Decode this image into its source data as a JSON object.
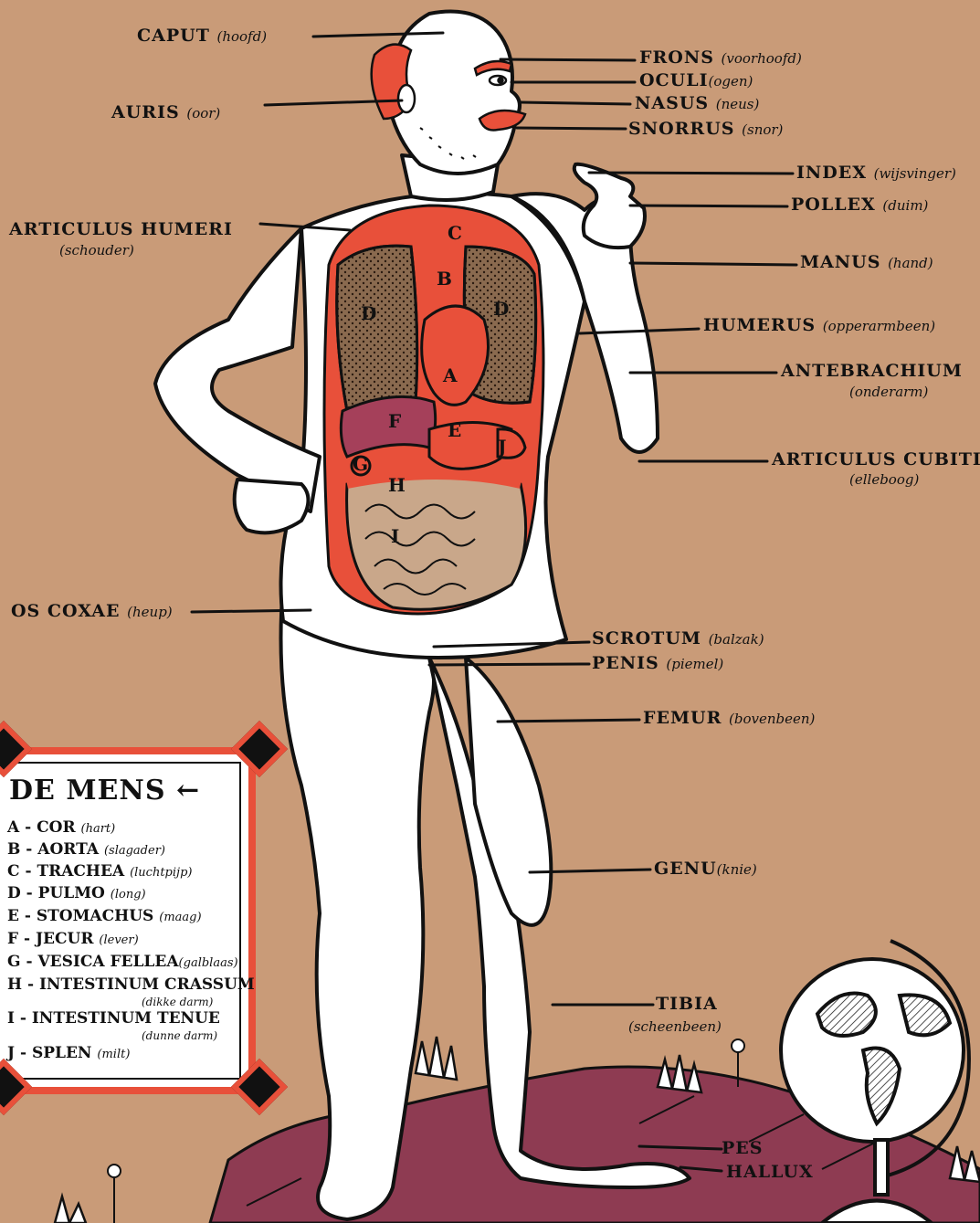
{
  "labels": {
    "caput": {
      "main": "CAPUT",
      "note": "(hoofd)"
    },
    "auris": {
      "main": "AURIS",
      "note": "(oor)"
    },
    "frons": {
      "main": "FRONS",
      "note": "(voorhoofd)"
    },
    "oculi": {
      "main": "OCULI",
      "note": "(ogen)"
    },
    "nasus": {
      "main": "NASUS",
      "note": "(neus)"
    },
    "snorrus": {
      "main": "SNORRUS",
      "note": "(snor)"
    },
    "index": {
      "main": "INDEX",
      "note": "(wijsvinger)"
    },
    "pollex": {
      "main": "POLLEX",
      "note": "(duim)"
    },
    "manus": {
      "main": "MANUS",
      "note": "(hand)"
    },
    "articulus_humeri": {
      "main": "ARTICULUS HUMERI",
      "note": "(schouder)"
    },
    "humerus": {
      "main": "HUMERUS",
      "note": "(opperarmbeen)"
    },
    "antebrachium": {
      "main": "ANTEBRACHIUM",
      "note": "(onderarm)"
    },
    "articulus_cubiti": {
      "main": "ARTICULUS CUBITI",
      "note": "(elleboog)"
    },
    "os_coxae": {
      "main": "OS COXAE",
      "note": "(heup)"
    },
    "scrotum": {
      "main": "SCROTUM",
      "note": "(balzak)"
    },
    "penis": {
      "main": "PENIS",
      "note": "(piemel)"
    },
    "femur": {
      "main": "FEMUR",
      "note": "(bovenbeen)"
    },
    "genu": {
      "main": "GENU",
      "note": "(knie)"
    },
    "tibia": {
      "main": "TIBIA",
      "note": "(scheenbeen)"
    },
    "pes": {
      "main": "PES"
    },
    "hallux": {
      "main": "HALLUX"
    }
  },
  "organ_letters": [
    "A",
    "B",
    "C",
    "D",
    "D",
    "E",
    "F",
    "G",
    "H",
    "I",
    "J"
  ],
  "legend": {
    "title": "DE MENS",
    "items": [
      {
        "key": "A",
        "name": "COR",
        "note": "(hart)"
      },
      {
        "key": "B",
        "name": "AORTA",
        "note": "(slagader)"
      },
      {
        "key": "C",
        "name": "TRACHEA",
        "note": "(luchtpijp)"
      },
      {
        "key": "D",
        "name": "PULMO",
        "note": "(long)"
      },
      {
        "key": "E",
        "name": "STOMACHUS",
        "note": "(maag)"
      },
      {
        "key": "F",
        "name": "JECUR",
        "note": "(lever)"
      },
      {
        "key": "G",
        "name": "VESICA FELLEA",
        "note": "(galblaas)"
      },
      {
        "key": "H",
        "name": "INTESTINUM CRASSUM",
        "note": "(dikke darm)"
      },
      {
        "key": "I",
        "name": "INTESTINUM TENUE",
        "note": "(dunne darm)"
      },
      {
        "key": "J",
        "name": "SPLEN",
        "note": "(milt)"
      }
    ]
  },
  "colors": {
    "background": "#C99B78",
    "organ_red": "#E8503A",
    "liver": "#A5405A",
    "ground": "#8E3B52",
    "lung": "#8A6A4F",
    "intestine": "#C9A78A",
    "ink": "#111111"
  }
}
